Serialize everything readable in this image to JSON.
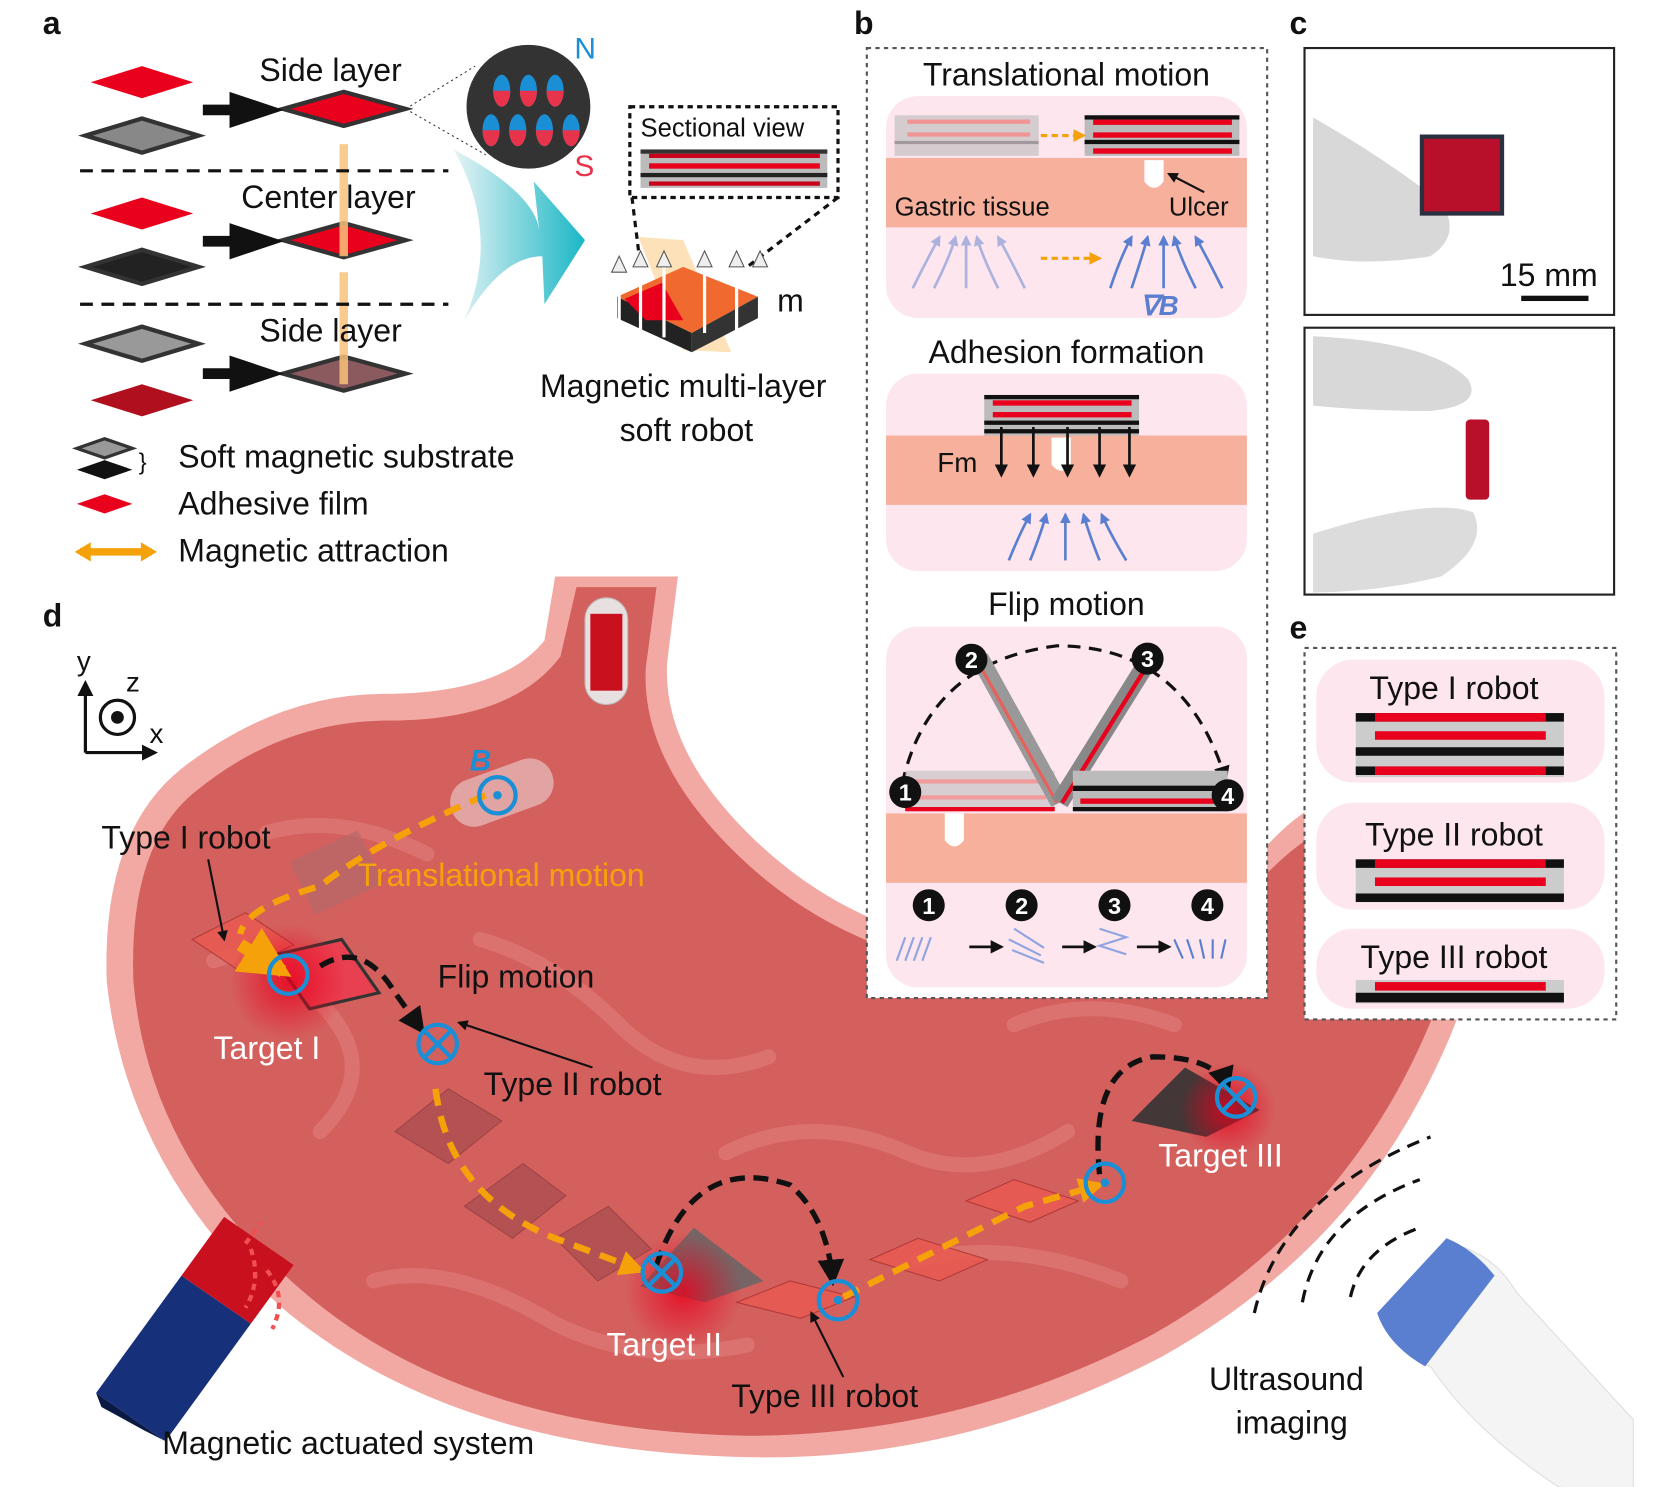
{
  "panels": {
    "a": "a",
    "b": "b",
    "c": "c",
    "d": "d",
    "e": "e"
  },
  "panel_a": {
    "side_layer_top": "Side layer",
    "center_layer": "Center layer",
    "side_layer_bottom": "Side layer",
    "pole_n": "N",
    "pole_s": "S",
    "sectional_view": "Sectional view",
    "moment_label": "m",
    "robot_caption_line1": "Magnetic multi-layer",
    "robot_caption_line2": "soft robot",
    "legend": [
      {
        "label": "Soft magnetic substrate"
      },
      {
        "label": "Adhesive film"
      },
      {
        "label": "Magnetic attraction"
      }
    ]
  },
  "panel_b": {
    "translational_title": "Translational motion",
    "gastric_tissue": "Gastric tissue",
    "ulcer": "Ulcer",
    "gradient_label": "∇B",
    "adhesion_title": "Adhesion formation",
    "force_label": "Fm",
    "flip_title": "Flip motion",
    "steps": [
      "1",
      "2",
      "3",
      "4"
    ]
  },
  "panel_c": {
    "scale_bar": "15 mm"
  },
  "panel_d": {
    "axis_x": "x",
    "axis_y": "y",
    "axis_z": "z",
    "field_label": "B",
    "type1": "Type I robot",
    "translational": "Translational motion",
    "flip": "Flip motion",
    "target1": "Target I",
    "type2": "Type II robot",
    "target2": "Target II",
    "type3": "Type III robot",
    "target3": "Target III",
    "magnet": "Magnetic actuated system",
    "ultrasound_line1": "Ultrasound",
    "ultrasound_line2": "imaging"
  },
  "panel_e": {
    "robots": [
      "Type I robot",
      "Type II robot",
      "Type III robot"
    ]
  },
  "colors": {
    "adhesive": "#e8001c",
    "tissue": "#f7b09c",
    "panel_bg": "#fde6ee",
    "stomach": "#d4605e",
    "accent_orange": "#f5a20a",
    "field_blue": "#5b7fd0",
    "marker_blue": "#1a8fd6"
  }
}
